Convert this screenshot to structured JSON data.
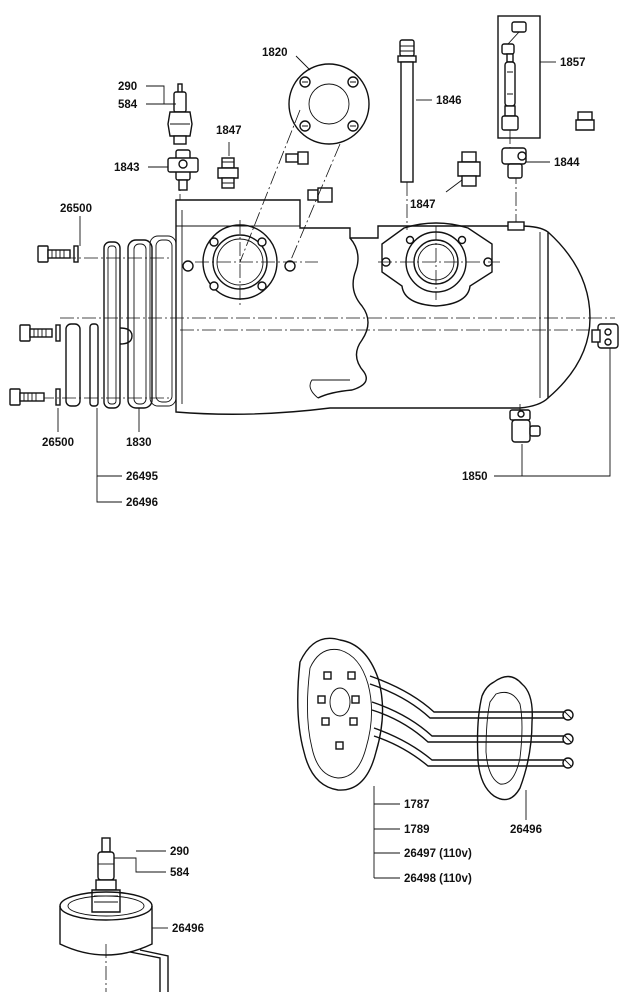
{
  "callouts": {
    "c290_top": "290",
    "c584_top": "584",
    "c1820": "1820",
    "c1846": "1846",
    "c1857": "1857",
    "c1847_a": "1847",
    "c1847_b": "1847",
    "c1843": "1843",
    "c1844": "1844",
    "c26500_a": "26500",
    "c26500_b": "26500",
    "c1830": "1830",
    "c26495": "26495",
    "c26496_a": "26496",
    "c1850": "1850",
    "c1787": "1787",
    "c1789": "1789",
    "c26497": "26497 (110v)",
    "c26498": "26498 (110v)",
    "c26496_b": "26496",
    "c290_bottom": "290",
    "c584_bottom": "584",
    "c26496_c": "26496"
  }
}
